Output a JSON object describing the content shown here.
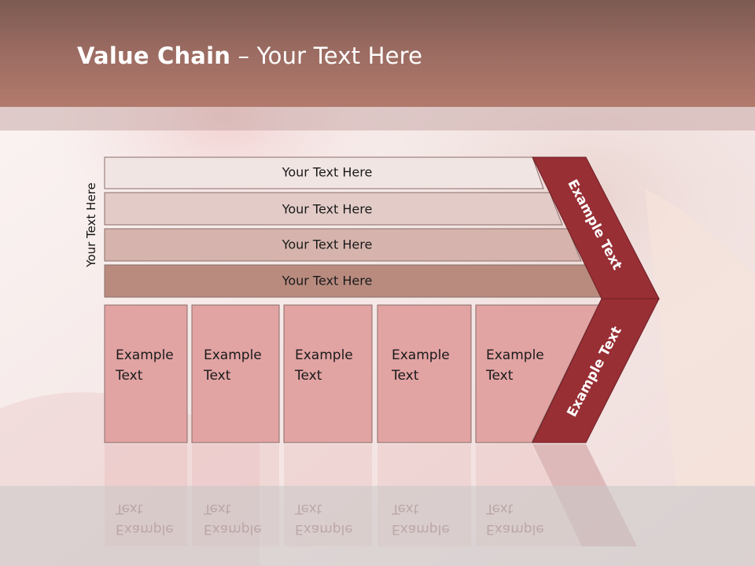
{
  "slide": {
    "title_bold": "Value Chain",
    "title_rest": " – Your Text Here",
    "side_label": "Your Text Here"
  },
  "bars": [
    {
      "label": "Your Text Here",
      "fill": "#f1e5e3"
    },
    {
      "label": "Your Text Here",
      "fill": "#e3ccc8"
    },
    {
      "label": "Your Text Here",
      "fill": "#d6b4ad"
    },
    {
      "label": "Your Text Here",
      "fill": "#b98b7f"
    }
  ],
  "boxes": [
    {
      "line1": "Example",
      "line2": "Text"
    },
    {
      "line1": "Example",
      "line2": "Text"
    },
    {
      "line1": "Example",
      "line2": "Text"
    },
    {
      "line1": "Example",
      "line2": "Text"
    },
    {
      "line1": "Example",
      "line2": "Text"
    }
  ],
  "chevron": {
    "upper_label": "Example Text",
    "lower_label": "Example Text",
    "color": "#982f35"
  },
  "colors": {
    "box_fill": "#e2a3a3",
    "header": "#9c6c62"
  }
}
